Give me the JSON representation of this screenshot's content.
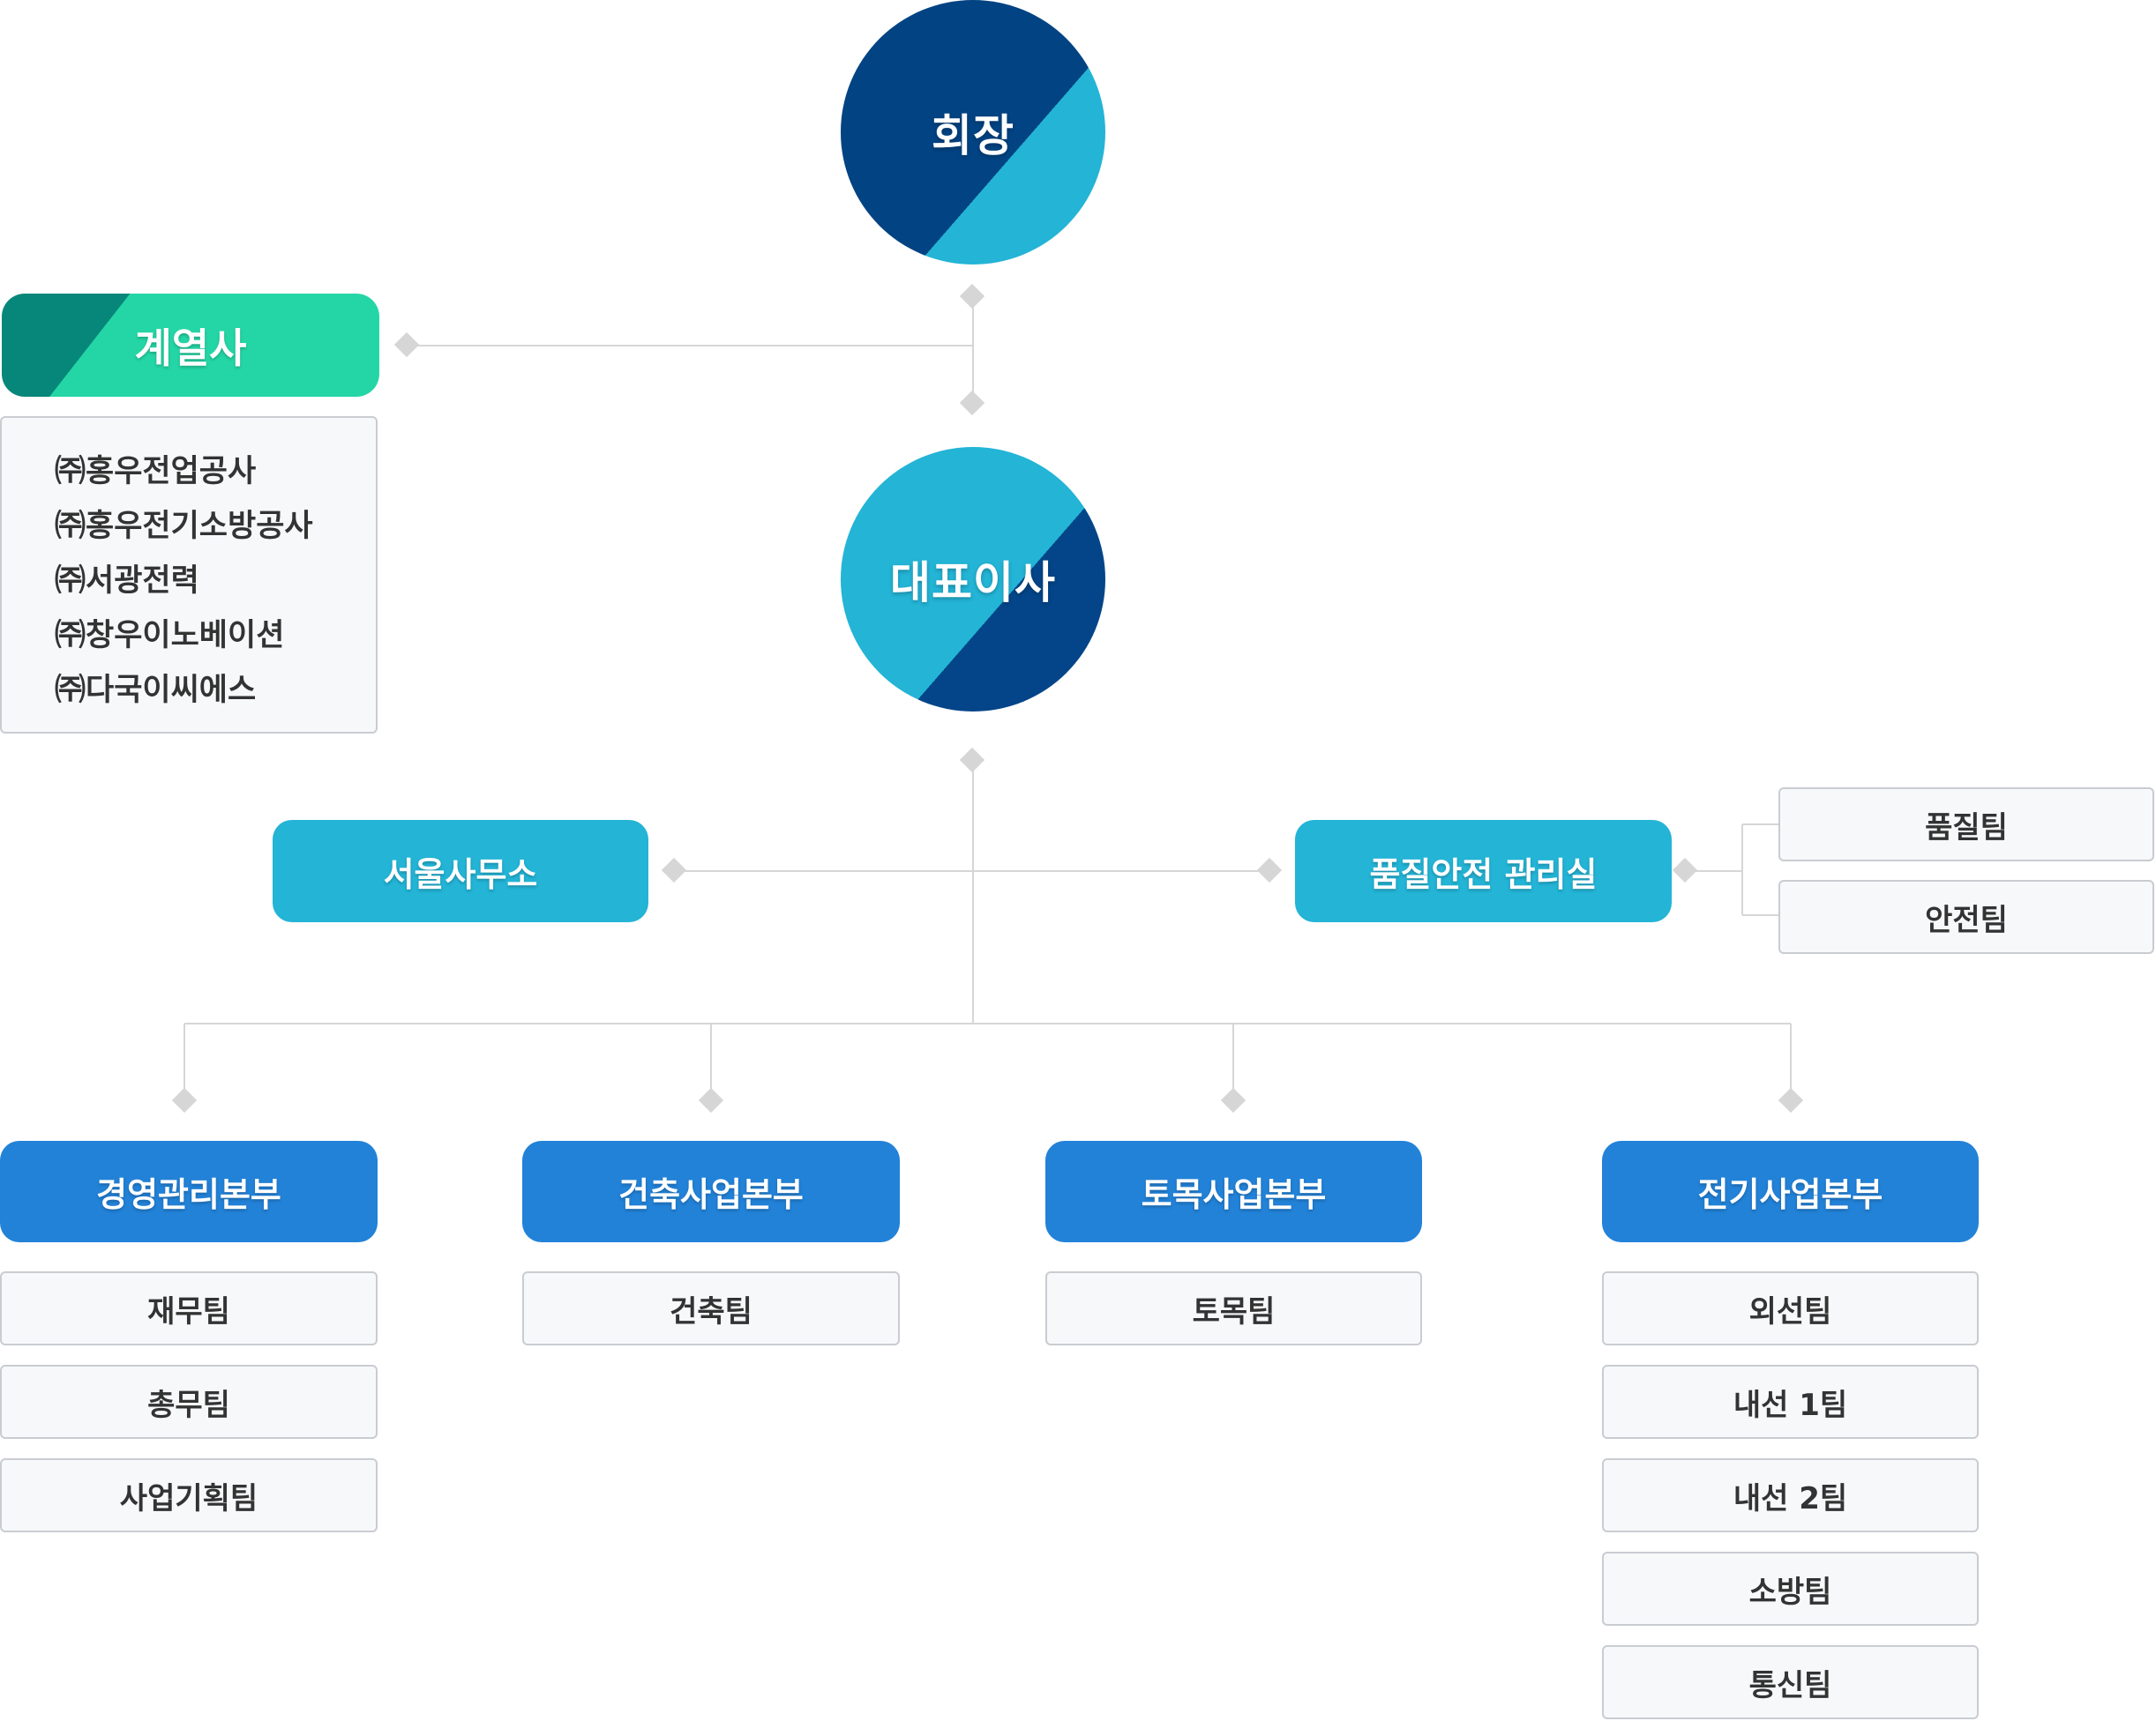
{
  "colors": {
    "navy": "#024383",
    "cyan": "#23b4d6",
    "blue": "#2282d8",
    "green_dark": "#07877a",
    "green_light": "#24d6a5",
    "line": "#d6d6d6",
    "box_border": "#c9ccd1",
    "box_fill": "#f7f8fa",
    "text_dark": "#333333"
  },
  "chairman": {
    "label": "회장"
  },
  "ceo": {
    "label": "대표이사"
  },
  "affiliates": {
    "label": "계열사",
    "items": [
      "㈜홍우전업공사",
      "㈜홍우전기소방공사",
      "㈜서광전력",
      "㈜창우이노베이션",
      "㈜다국이씨에스"
    ]
  },
  "seoul_office": {
    "label": "서울사무소"
  },
  "quality_safety": {
    "label": "품질안전 관리실",
    "teams": [
      "품질팀",
      "안전팀"
    ]
  },
  "divisions": [
    {
      "label": "경영관리본부",
      "teams": [
        "재무팀",
        "총무팀",
        "사업기획팀"
      ]
    },
    {
      "label": "건축사업본부",
      "teams": [
        "건축팀"
      ]
    },
    {
      "label": "토목사업본부",
      "teams": [
        "토목팀"
      ]
    },
    {
      "label": "전기사업본부",
      "teams": [
        "외선팀",
        "내선 1팀",
        "내선 2팀",
        "소방팀",
        "통신팀"
      ]
    }
  ]
}
